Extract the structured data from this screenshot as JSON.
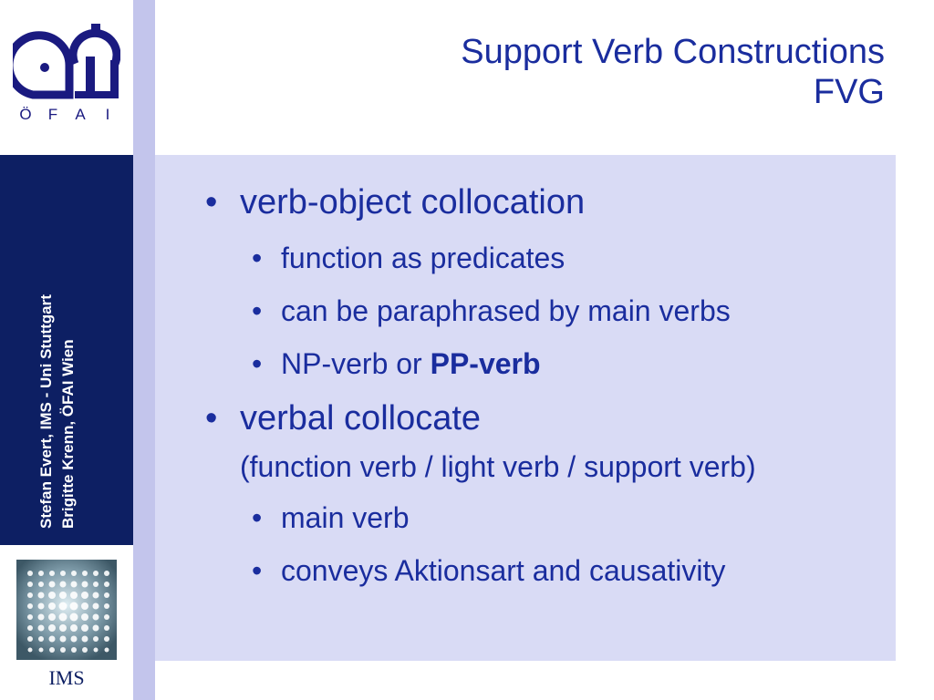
{
  "logo": {
    "letters": [
      "Ö",
      "F",
      "A",
      "I"
    ],
    "color": "#1a1a80"
  },
  "authors": {
    "line1": "Stefan Evert, IMS - Uni Stuttgart",
    "line2": "Brigitte Krenn, ÖFAI Wien"
  },
  "ims": {
    "label": "IMS"
  },
  "slide": {
    "title_line1": "Support Verb Constructions",
    "title_line2": "FVG",
    "bullet_char": "•",
    "items": [
      {
        "text": "verb-object collocation",
        "subitems": [
          {
            "text": "function as predicates"
          },
          {
            "text": "can be paraphrased by main verbs"
          },
          {
            "text": "NP-verb or ",
            "bold": "PP-verb"
          }
        ]
      },
      {
        "text": "verbal collocate",
        "continuation": "(function verb / light verb / support verb)",
        "subitems": [
          {
            "text": "main verb"
          },
          {
            "text": "conveys Aktionsart and causativity"
          }
        ]
      }
    ]
  },
  "colors": {
    "title": "#1a2d9e",
    "band": "#0d1f63",
    "content_bg": "#d9dbf5",
    "stripe": "#c3c5ec"
  }
}
